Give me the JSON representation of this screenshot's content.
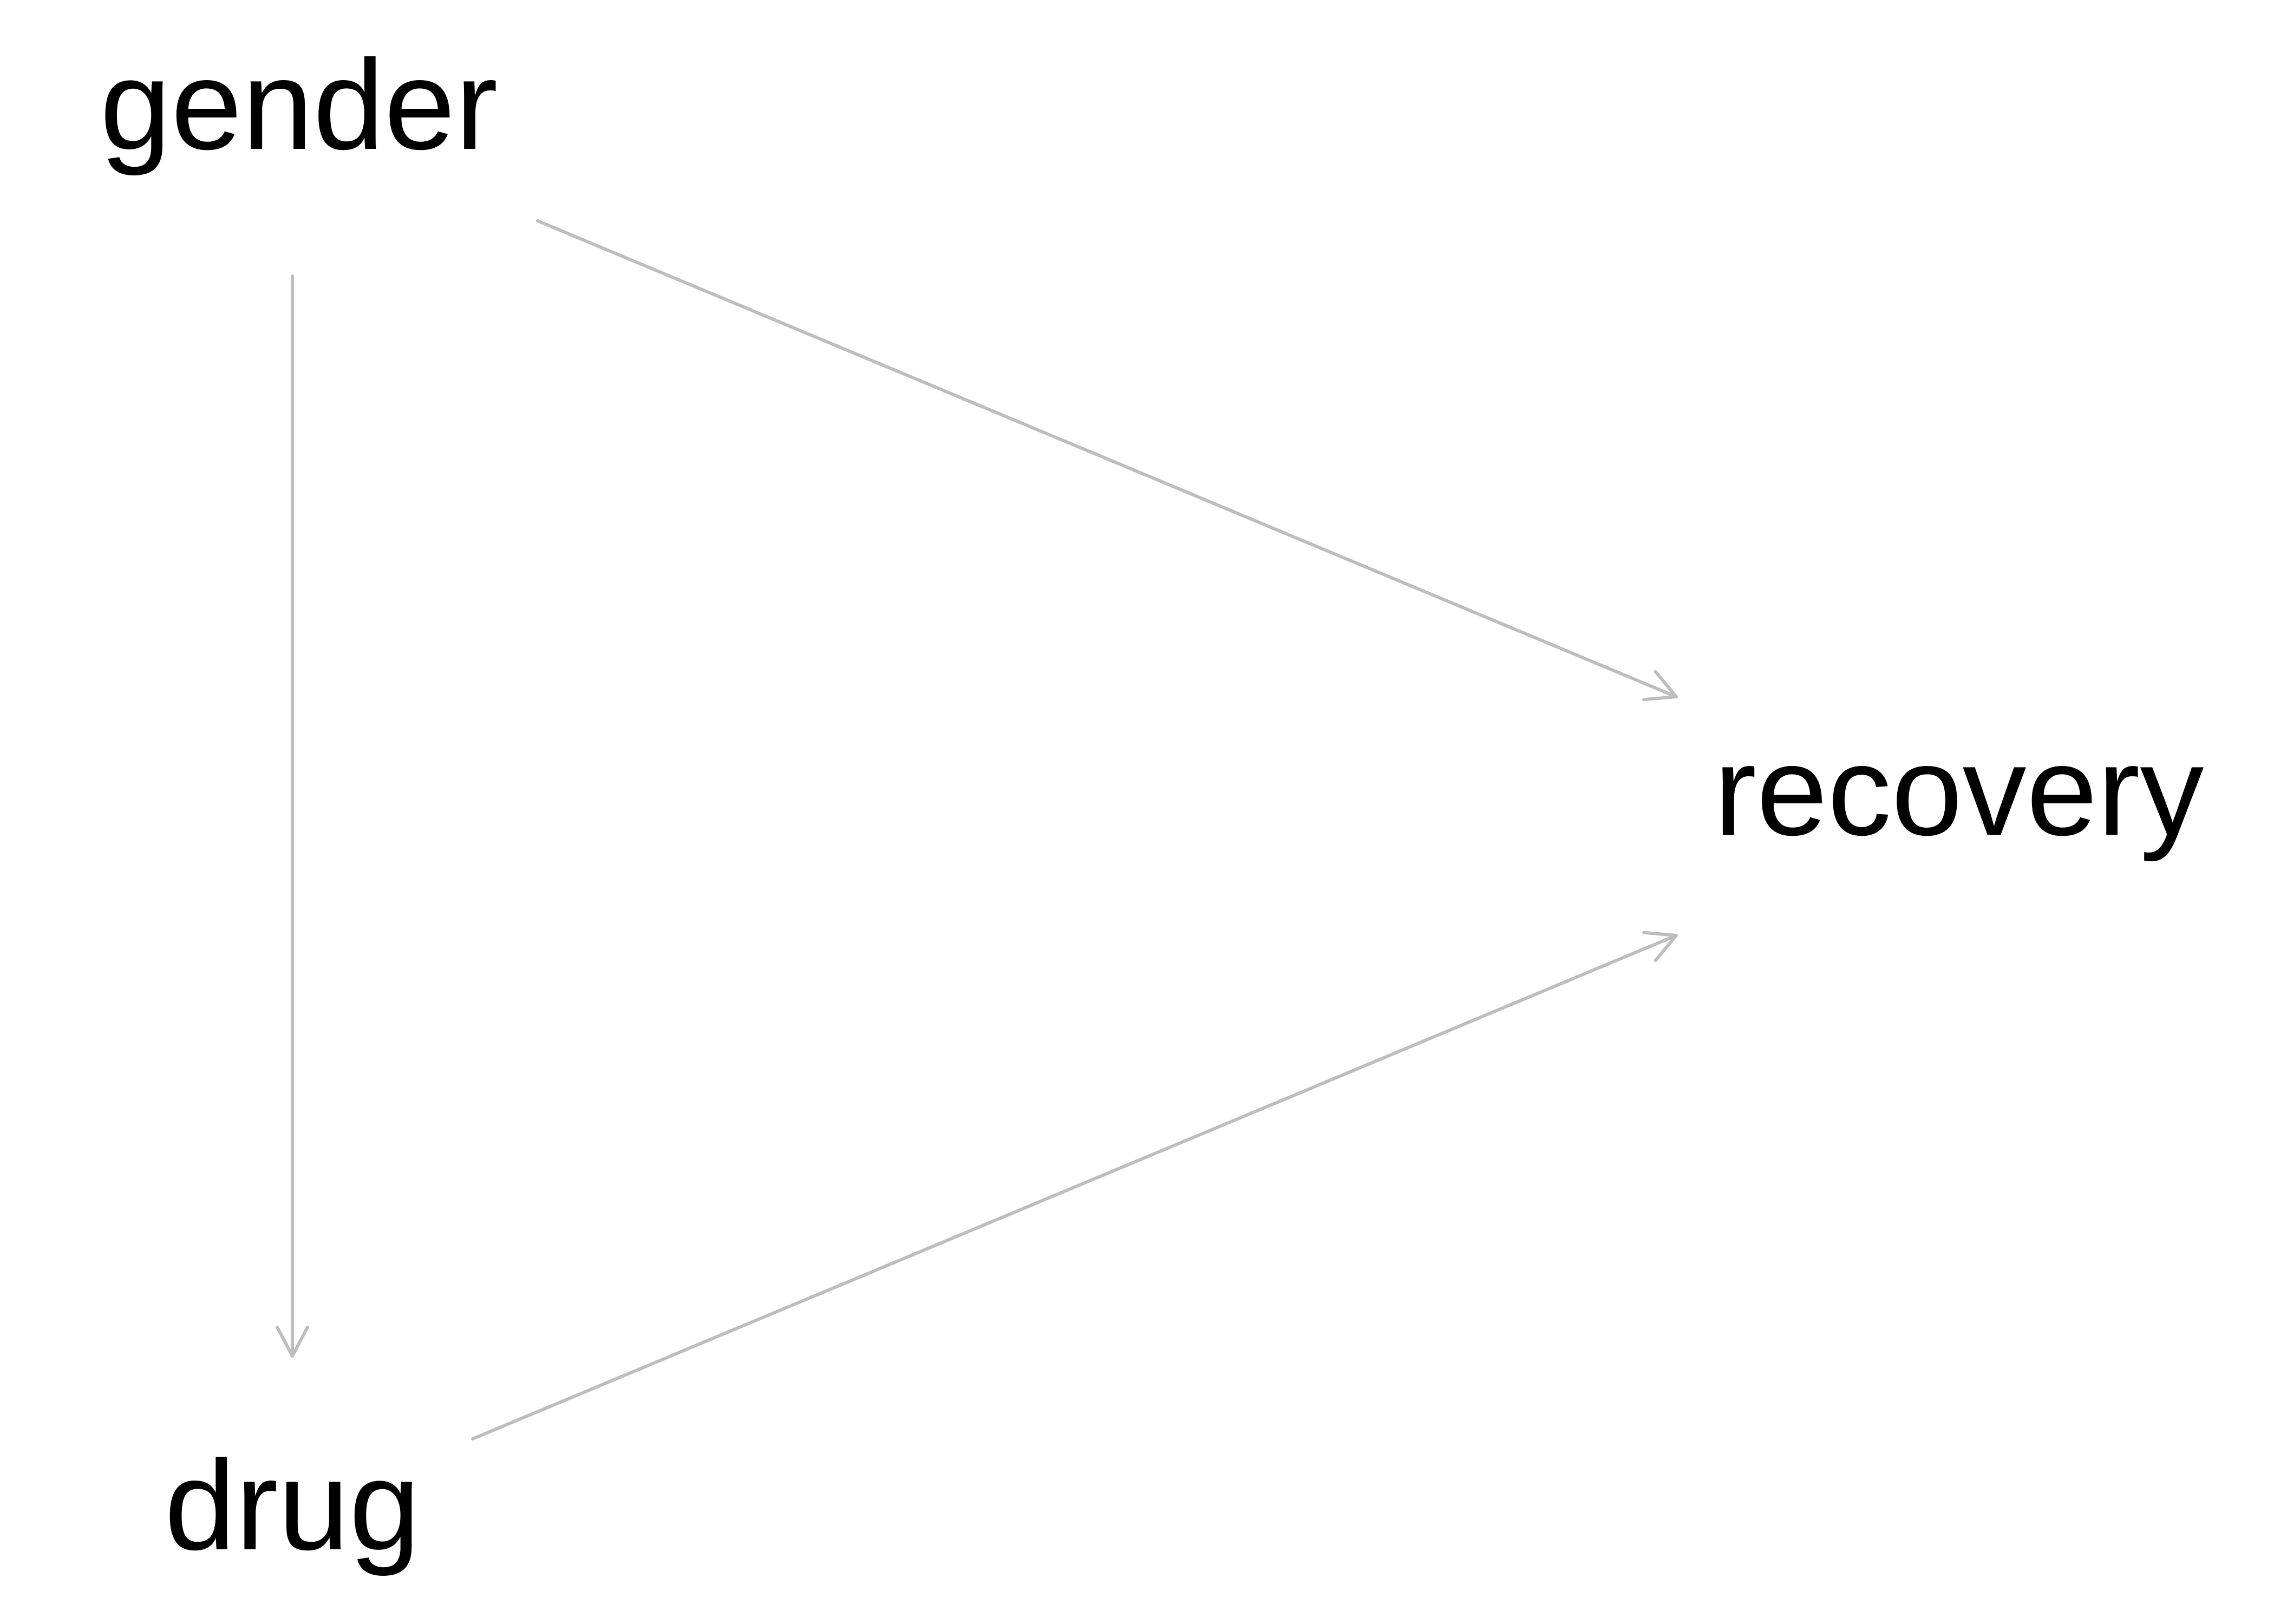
{
  "diagram": {
    "type": "directed-graph",
    "colors": {
      "background": "#ffffff",
      "text": "#000000",
      "edge": "#bdbdbd"
    },
    "nodes": [
      {
        "id": "gender",
        "label": "gender"
      },
      {
        "id": "drug",
        "label": "drug"
      },
      {
        "id": "recovery",
        "label": "recovery"
      }
    ],
    "edges": [
      {
        "from": "gender",
        "to": "drug"
      },
      {
        "from": "gender",
        "to": "recovery"
      },
      {
        "from": "drug",
        "to": "recovery"
      }
    ]
  }
}
